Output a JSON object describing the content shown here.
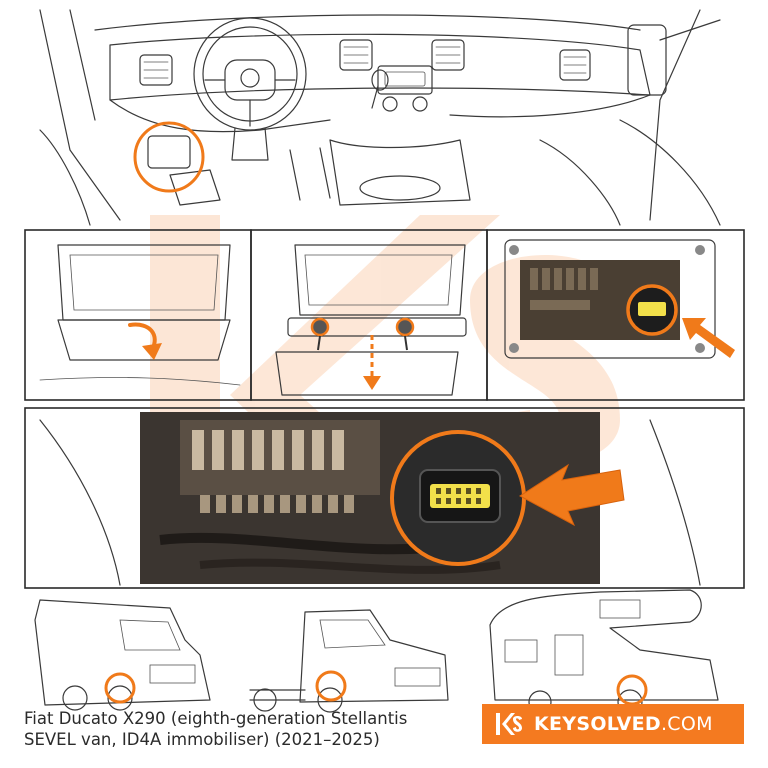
{
  "caption": {
    "line1": "Fiat Ducato X290 (eighth-generation Stellantis",
    "line2": "SEVEL van, ID4A immobiliser) (2021–2025)"
  },
  "brand": {
    "name_bold": "KEYSOLVED",
    "name_suffix": ".COM",
    "color": "#f47a20"
  },
  "colors": {
    "accent": "#f07a1a",
    "connector_pins": "#f2e04a"
  },
  "icons": [
    "steering-wheel-icon",
    "down-arrow-icon",
    "pointer-arrow-icon",
    "keysolved-logo-icon"
  ]
}
